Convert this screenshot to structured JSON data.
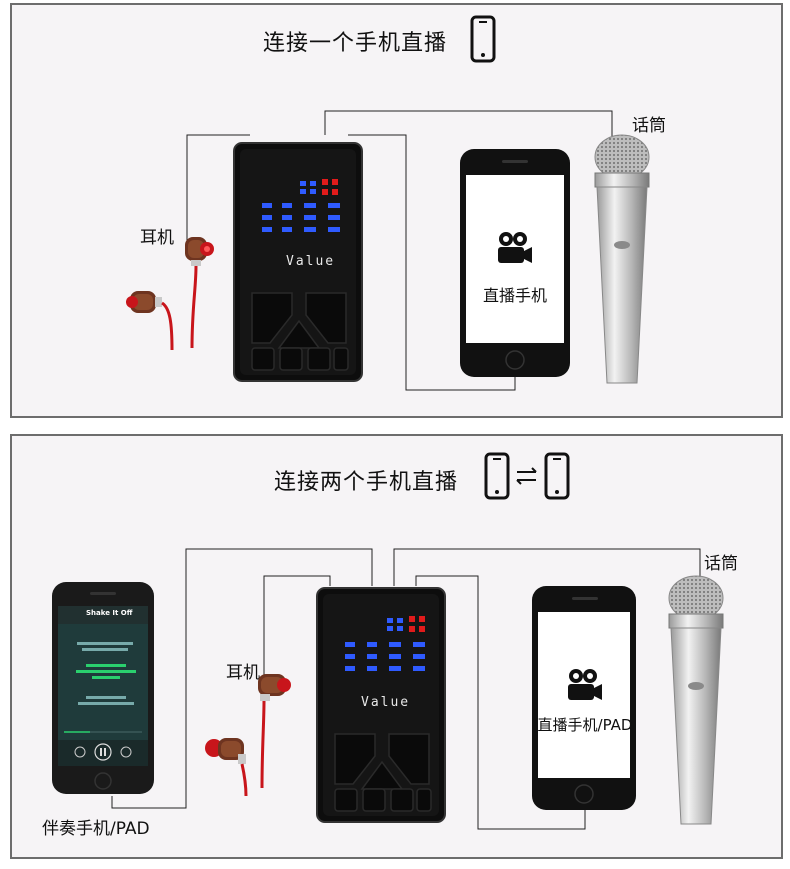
{
  "panel1": {
    "title": "连接一个手机直播",
    "label_earphone": "耳机",
    "label_mic": "话筒",
    "phone_screen_label": "直播手机",
    "device_brand": "Value"
  },
  "panel2": {
    "title": "连接两个手机直播",
    "label_earphone": "耳机",
    "label_mic": "话筒",
    "phone_screen_label": "直播手机/PAD",
    "accompany_label": "伴奏手机/PAD",
    "device_brand": "Value",
    "music_song": "Shake It Off"
  },
  "colors": {
    "panel_bg": "#f6f4f6",
    "border": "#6d6d6d",
    "device_body": "#0d0d0d",
    "led_red": "#e21b1b",
    "led_blue": "#2f5bff",
    "cable_red": "#c8151b",
    "wood": "#7a3a22"
  }
}
